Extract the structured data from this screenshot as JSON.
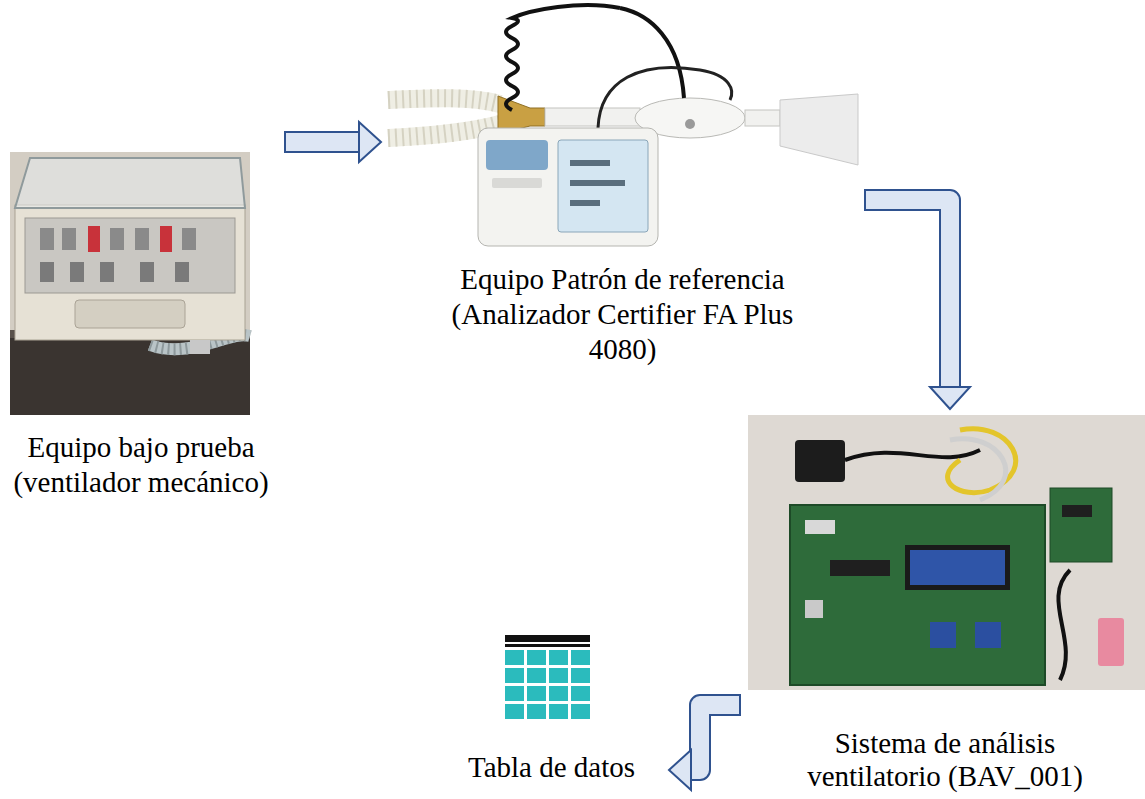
{
  "diagram": {
    "nodes": [
      {
        "text": [
          "Equipo bajo prueba (ventilador mecánico)"
        ]
      },
      {
        "text": [
          "Equipo Patrón de referencia (Analizador Certifier FA Plus 4080)"
        ]
      },
      {
        "text": [
          "Sistema de análisis ventilatorio (BAV_001)"
        ]
      },
      {
        "text": [
          "Tabla de datos"
        ]
      }
    ],
    "edges": [
      {
        "from": 0,
        "to": 1,
        "arrow": "to"
      },
      {
        "from": 1,
        "to": 2,
        "arrow": "to"
      },
      {
        "from": 2,
        "to": 3,
        "arrow": "to"
      }
    ]
  }
}
